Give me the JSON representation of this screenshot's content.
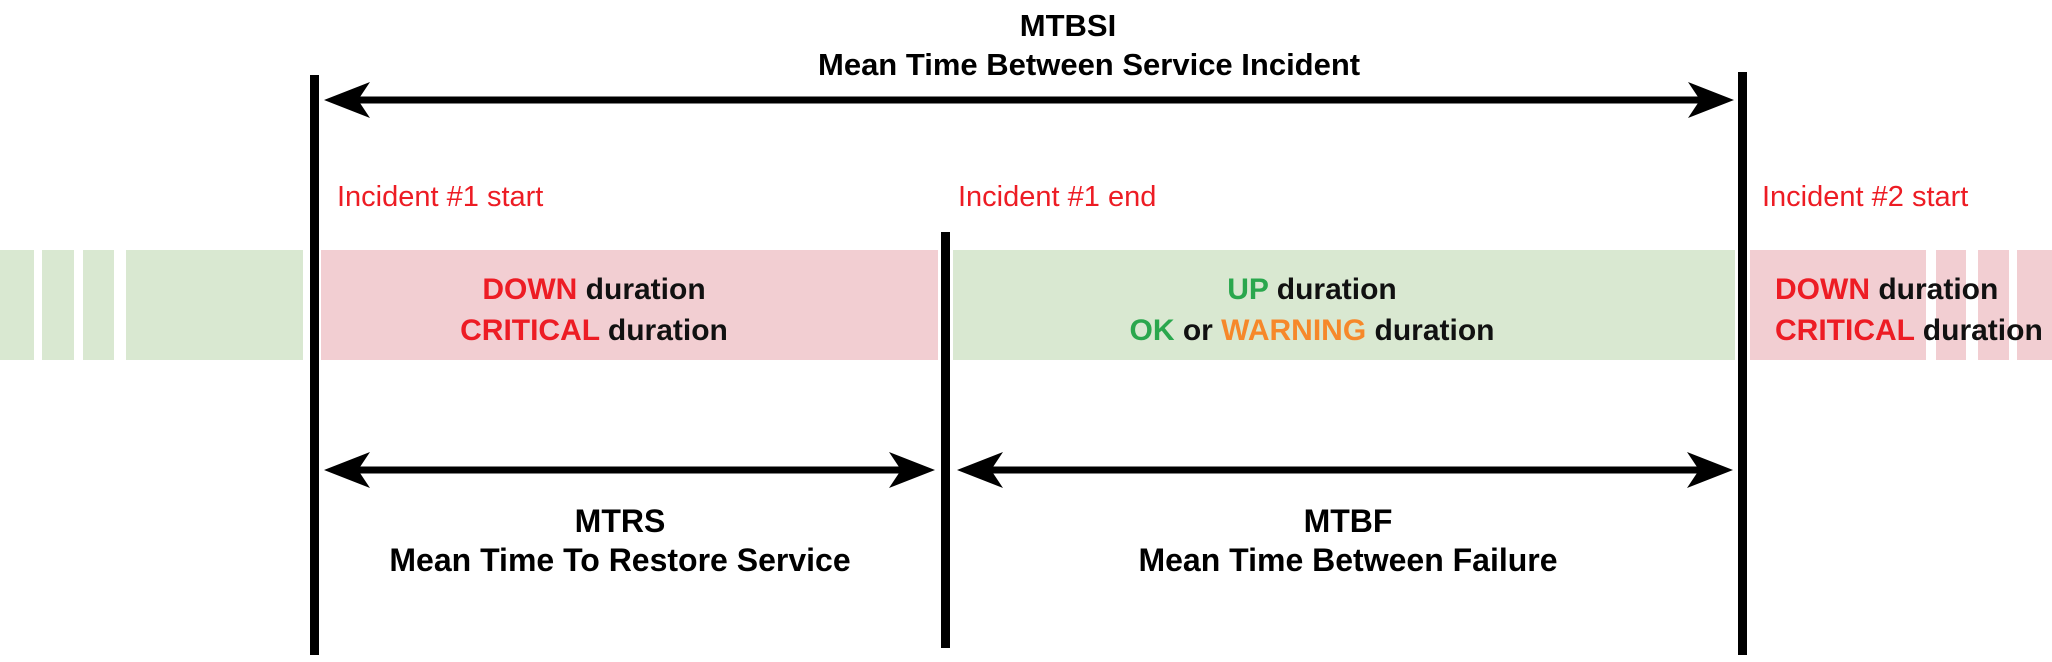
{
  "colors": {
    "red": "#ed1c24",
    "green-text": "#2aa74d",
    "orange": "#f6882a",
    "pink-band": "#f2ced2",
    "green-band": "#d9e8d1"
  },
  "title": {
    "abbr": "MTBSI",
    "full": "Mean Time Between Service Incident"
  },
  "markers": {
    "incident1_start": "Incident #1 start",
    "incident1_end": "Incident #1 end",
    "incident2_start": "Incident #2 start"
  },
  "bands": {
    "down1": {
      "l1_hl": "DOWN",
      "l1_rest": " duration",
      "l2_hl": "CRITICAL",
      "l2_rest": " duration"
    },
    "up": {
      "l1_hl": "UP",
      "l1_rest": " duration",
      "l2_ok": "OK",
      "l2_or": " or ",
      "l2_warn": "WARNING",
      "l2_rest": " duration"
    },
    "down2": {
      "l1_hl": "DOWN",
      "l1_rest": " duration",
      "l2_hl": "CRITICAL",
      "l2_rest": " duration"
    }
  },
  "measures": {
    "mtrs": {
      "abbr": "MTRS",
      "full": "Mean Time To Restore Service"
    },
    "mtbf": {
      "abbr": "MTBF",
      "full": "Mean Time Between Failure"
    }
  }
}
